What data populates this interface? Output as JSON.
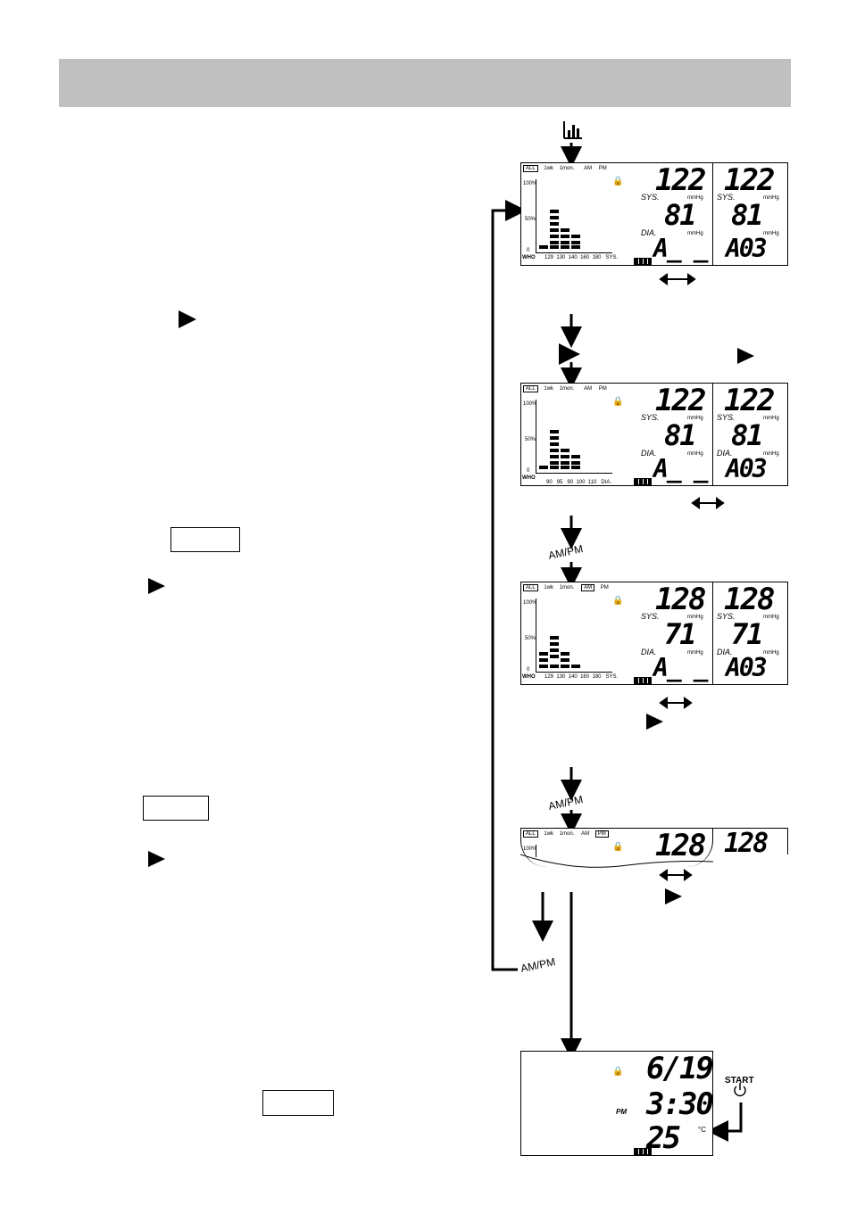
{
  "screens": [
    {
      "tabs": [
        "ALL",
        "1wk",
        "1mon.",
        "AM",
        "PM"
      ],
      "active_tab": "ALL",
      "y_labels": [
        "100%",
        "50%",
        "0"
      ],
      "x_prefix": "WHO",
      "x_ticks": [
        "129",
        "130",
        "140",
        "160",
        "180"
      ],
      "x_axis": "SYS.",
      "sys": "122",
      "dia": "81",
      "mode": "A_ _",
      "alt_sys": "122",
      "alt_dia": "81",
      "alt_mode": "A03",
      "sys_label": "SYS.",
      "dia_label": "DIA.",
      "unit": "mmHg",
      "hist": [
        1,
        6,
        4,
        3,
        0
      ]
    },
    {
      "tabs": [
        "ALL",
        "1wk",
        "1mon.",
        "AM",
        "PM"
      ],
      "active_tab": "ALL",
      "y_labels": [
        "100%",
        "50%",
        "0"
      ],
      "x_prefix": "WHO",
      "x_ticks": [
        "90",
        "95",
        "90",
        "100",
        "110"
      ],
      "x_axis": "DIA.",
      "sys": "122",
      "dia": "81",
      "mode": "A_ _",
      "alt_sys": "122",
      "alt_dia": "81",
      "alt_mode": "A03",
      "sys_label": "SYS.",
      "dia_label": "DIA.",
      "unit": "mmHg",
      "hist": [
        1,
        6,
        4,
        3,
        0
      ]
    },
    {
      "tabs": [
        "ALL",
        "1wk",
        "1mon.",
        "AM",
        "PM"
      ],
      "active_tab": "AM",
      "y_labels": [
        "100%",
        "50%",
        "0"
      ],
      "x_prefix": "WHO",
      "x_ticks": [
        "129",
        "130",
        "140",
        "160",
        "180"
      ],
      "x_axis": "SYS.",
      "sys": "128",
      "dia": "71",
      "mode": "A_ _",
      "alt_sys": "128",
      "alt_dia": "71",
      "alt_mode": "A03",
      "sys_label": "SYS.",
      "dia_label": "DIA.",
      "unit": "mmHg",
      "hist": [
        3,
        5,
        3,
        1,
        0
      ]
    },
    {
      "tabs": [
        "ALL",
        "1wk",
        "1mon.",
        "AM",
        "PM"
      ],
      "active_tab": "PM",
      "y_labels": [
        "100%"
      ],
      "sys": "128",
      "alt_sys": "128"
    }
  ],
  "clock_screen": {
    "date": "6/19",
    "time": "3:30",
    "ampm": "PM",
    "temp": "25",
    "temp_unit": "°C"
  },
  "labels": {
    "ampm_button": "AM/PM",
    "start_button": "START",
    "power_icon": "power-icon",
    "graph_icon": "bar-chart-icon"
  }
}
